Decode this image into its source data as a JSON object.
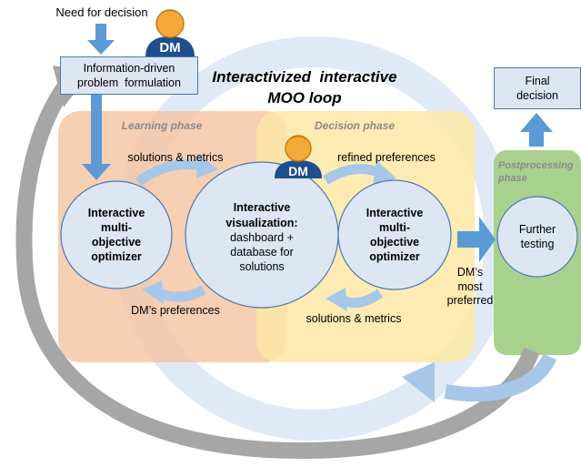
{
  "diagram": {
    "need_label": "Need for decision",
    "problem_formulation": [
      "Information-driven",
      "problem  formulation"
    ],
    "main_title": [
      "Interactivized  interactive",
      "MOO loop"
    ],
    "learning_phase": "Learning phase",
    "decision_phase": "Decision phase",
    "postprocessing_phase": [
      "Postprocessing",
      "phase"
    ],
    "left_optimizer": [
      "Interactive",
      "multi-",
      "objective",
      "optimizer"
    ],
    "visualization": {
      "title": [
        "Interactive",
        "visualization:"
      ],
      "body": [
        "dashboard +",
        "database for",
        "solutions"
      ]
    },
    "right_optimizer": [
      "Interactive",
      "multi-",
      "objective",
      "optimizer"
    ],
    "further_testing": [
      "Further",
      "testing"
    ],
    "final_decision": [
      "Final",
      "decision"
    ],
    "solutions_metrics_top": "solutions & metrics",
    "refined_preferences": "refined preferences",
    "dm_preferences": "DM’s preferences",
    "solutions_metrics_bottom": "solutions & metrics",
    "dm_most_preferred": [
      "DM’s",
      "most",
      "preferred"
    ],
    "dm_badge": "DM",
    "colors": {
      "learning_bg": "#f6c7a6",
      "decision_bg": "#fde8a6",
      "post_bg": "#a9d18e",
      "node_fill": "#dde6f3",
      "node_stroke": "#4a78b0",
      "arrow_blue": "#5b9bd5",
      "arrow_light": "#a7c7e8",
      "gray_loop": "#a6a6a6"
    },
    "icons": [
      "person-dm-icon",
      "down-arrow-icon",
      "up-arrow-icon",
      "right-arrow-icon",
      "cycle-arrow-icon"
    ]
  }
}
